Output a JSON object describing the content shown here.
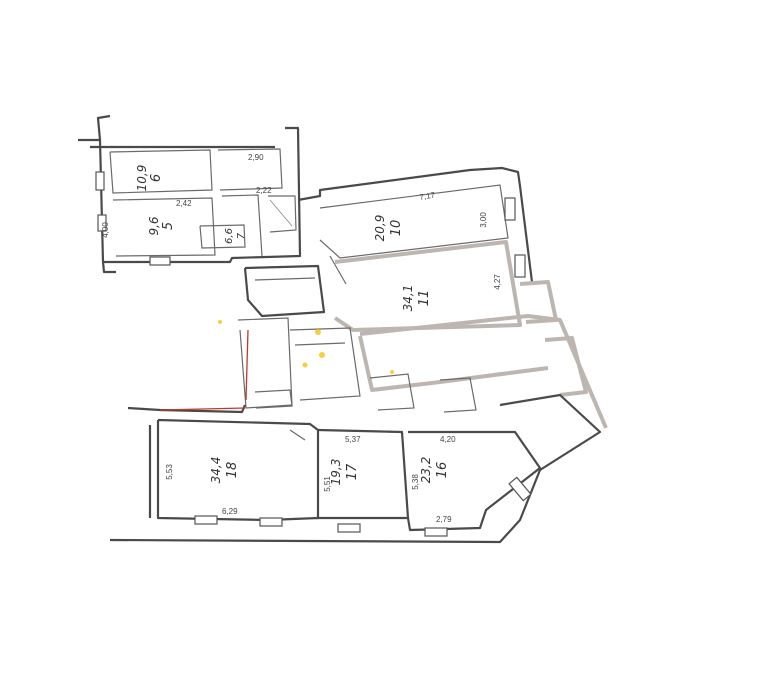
{
  "rooms": [
    {
      "id": "r10",
      "number": "10",
      "area": "20,9"
    },
    {
      "id": "r11",
      "number": "11",
      "area": "34,1"
    },
    {
      "id": "r5",
      "number": "5",
      "area": "9,6"
    },
    {
      "id": "r6",
      "number": "6",
      "area": "10,9"
    },
    {
      "id": "r7",
      "number": "7",
      "area": "6,6"
    },
    {
      "id": "r18",
      "number": "18",
      "area": "34,4"
    },
    {
      "id": "r17",
      "number": "17",
      "area": "19,3"
    },
    {
      "id": "r16",
      "number": "16",
      "area": "23,2"
    }
  ],
  "dimensions": {
    "d_717": "7,17",
    "d_300": "3,00",
    "d_427": "4,27",
    "d_537": "5,37",
    "d_553": "5,53",
    "d_629": "6,29",
    "d_551": "5,51",
    "d_420": "4,20",
    "d_538": "5,38",
    "d_279": "2,79",
    "d_290": "2,90",
    "d_222": "2,22",
    "d_242": "2,42",
    "d_400": "4,00"
  },
  "colors": {
    "walls": "#4a4a4a",
    "highlight_walls": "#bdb6b0",
    "red_lines": "#c0392b",
    "yellow_marks": "#f1c40f"
  }
}
